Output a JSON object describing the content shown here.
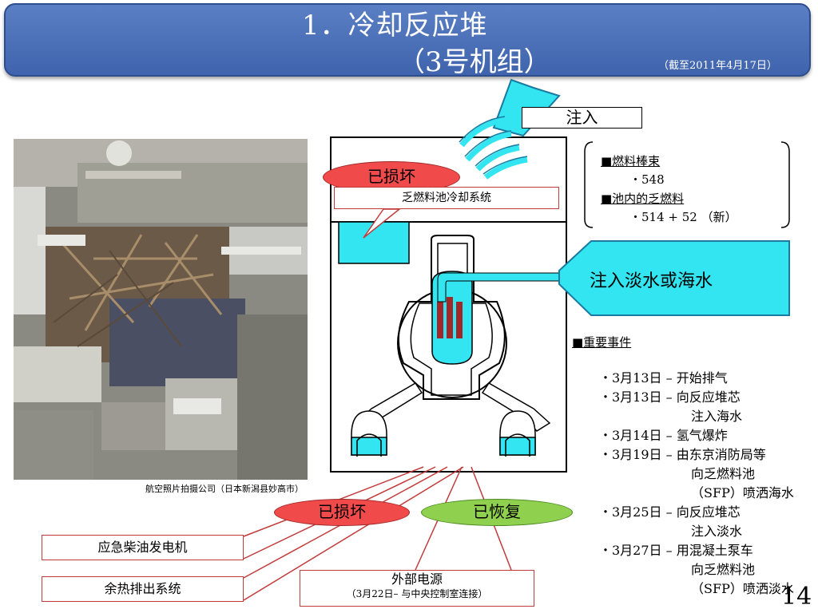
{
  "header": {
    "title_line1": "1．冷却反应堆",
    "title_line2": "（3号机组）",
    "date_note": "（截至2011年4月17日）"
  },
  "photo": {
    "caption": "航空照片拍摄公司（日本新潟县妙高市）"
  },
  "diagram": {
    "inject_label": "注入",
    "freshwater_label": "注入淡水或海水",
    "sfp_cooling_label": "乏燃料池冷却系统",
    "status_damaged_top": "已损坏",
    "status_damaged_bottom": "已损坏",
    "status_restored": "已恢复",
    "diesel_generator_label": "应急柴油发电机",
    "residual_heat_label": "余热排出系统",
    "external_power_label": "外部电源",
    "external_power_sub": "（3月22日– 与中央控制室连接）",
    "water_color": "#33e5f0",
    "damaged_color": "#f04a4a",
    "restored_color": "#8fd14f"
  },
  "fuel": {
    "heading1": "■燃料棒束",
    "value1": "・548",
    "heading2": "■池内的乏燃料",
    "value2": "・514 + 52 （新）"
  },
  "events": {
    "heading": "■重要事件",
    "lines": [
      "・3月13日 – 开始排气",
      "・3月13日 – 向反应堆芯",
      "注入海水",
      "・3月14日 – 氢气爆炸",
      "・3月19日 – 由东京消防局等",
      "向乏燃料池",
      "（SFP）喷洒海水",
      "・3月25日 – 向反应堆芯",
      "注入淡水",
      "・3月27日 – 用混凝土泵车",
      "向乏燃料池",
      "（SFP）喷洒淡水"
    ]
  },
  "page_number": "14"
}
